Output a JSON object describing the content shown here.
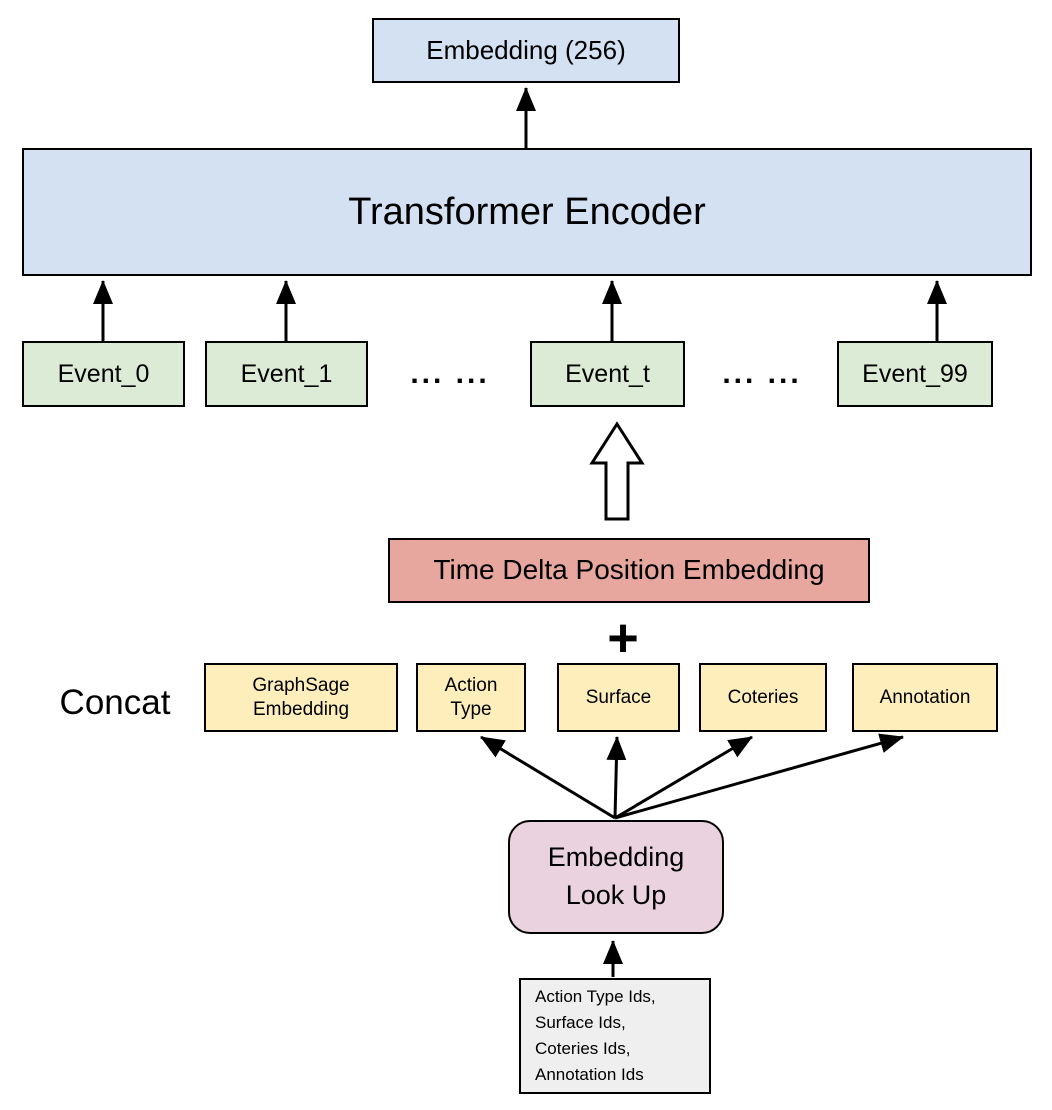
{
  "diagram": {
    "title_box": "Embedding (256)",
    "encoder_box": "Transformer Encoder",
    "events": [
      "Event_0",
      "Event_1",
      "Event_t",
      "Event_99"
    ],
    "ellipsis": "... ...",
    "time_delta_box": "Time Delta Position Embedding",
    "plus_sign": "+",
    "concat_label": "Concat",
    "features": {
      "graphsage": "GraphSage\nEmbedding",
      "action_type": "Action\nType",
      "surface": "Surface",
      "coteries": "Coteries",
      "annotation": "Annotation"
    },
    "lookup_box": "Embedding\nLook Up",
    "ids_box": "Action Type Ids,\nSurface Ids,\nCoteries Ids,\nAnnotation Ids"
  },
  "colors": {
    "blue": "#d3e1f2",
    "green": "#dcebd6",
    "salmon": "#e7a69e",
    "yellow": "#fdeebc",
    "pink": "#ead3de",
    "gray": "#efefef"
  }
}
